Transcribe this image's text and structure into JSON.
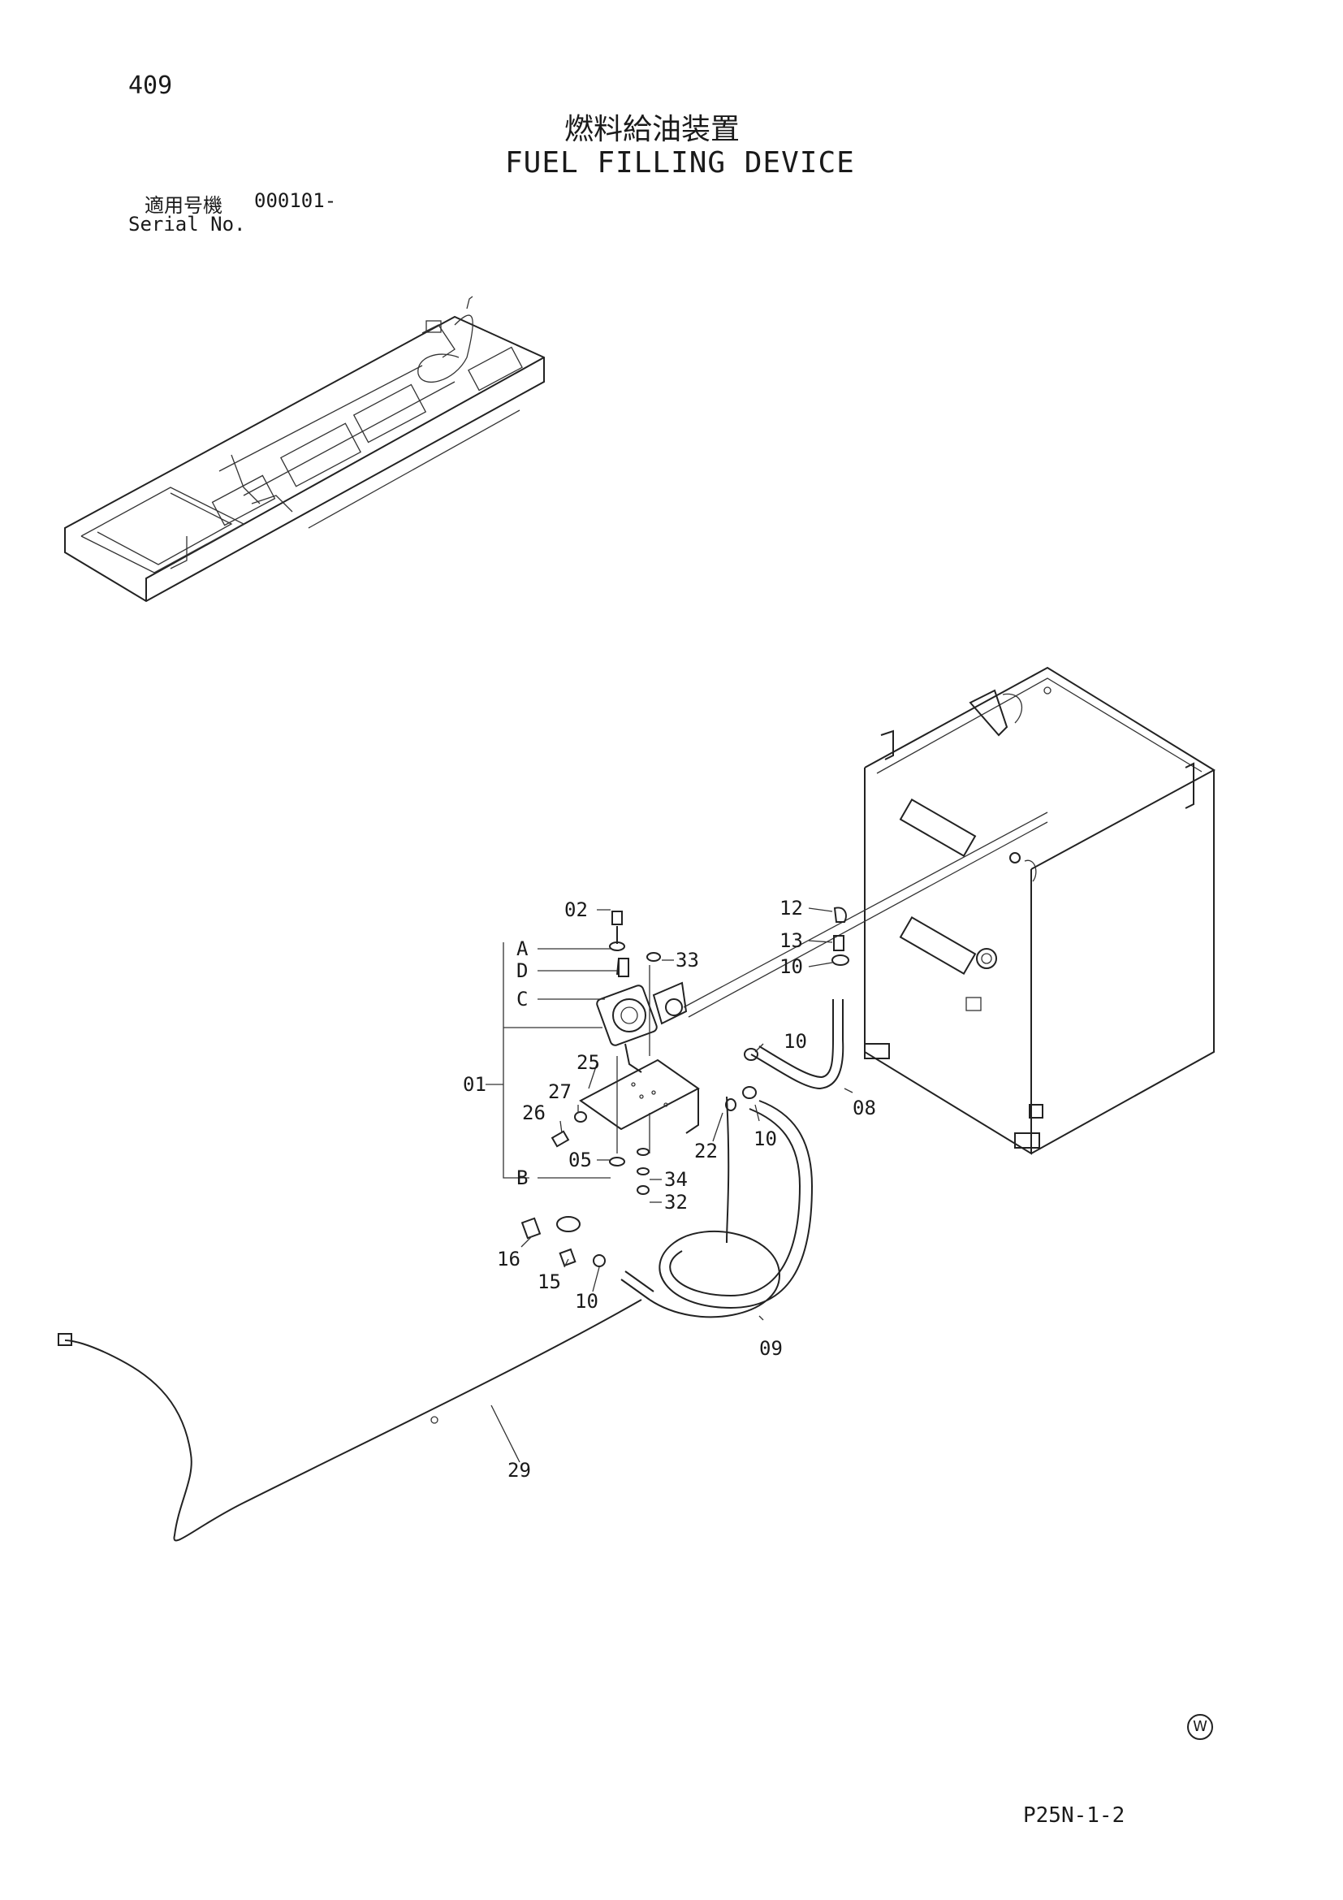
{
  "header": {
    "page_number": "409",
    "title_ja": "燃料給油装置",
    "title_en": "FUEL FILLING DEVICE",
    "serial_label_ja": "適用号機",
    "serial_value": "000101-",
    "serial_label_en": "Serial No."
  },
  "footer": {
    "doc_code": "P25N-1-2",
    "circle_mark": "W"
  },
  "callouts": {
    "c02": "02",
    "cA": "A",
    "cD": "D",
    "cC": "C",
    "c01": "01",
    "cB": "B",
    "c33": "33",
    "c25": "25",
    "c27": "27",
    "c26": "26",
    "c05": "05",
    "c34": "34",
    "c32": "32",
    "c22": "22",
    "c12": "12",
    "c13": "13",
    "c10a": "10",
    "c10b": "10",
    "c10c": "10",
    "c10d": "10",
    "c08": "08",
    "c16": "16",
    "c15": "15",
    "c09": "09",
    "c29": "29"
  }
}
